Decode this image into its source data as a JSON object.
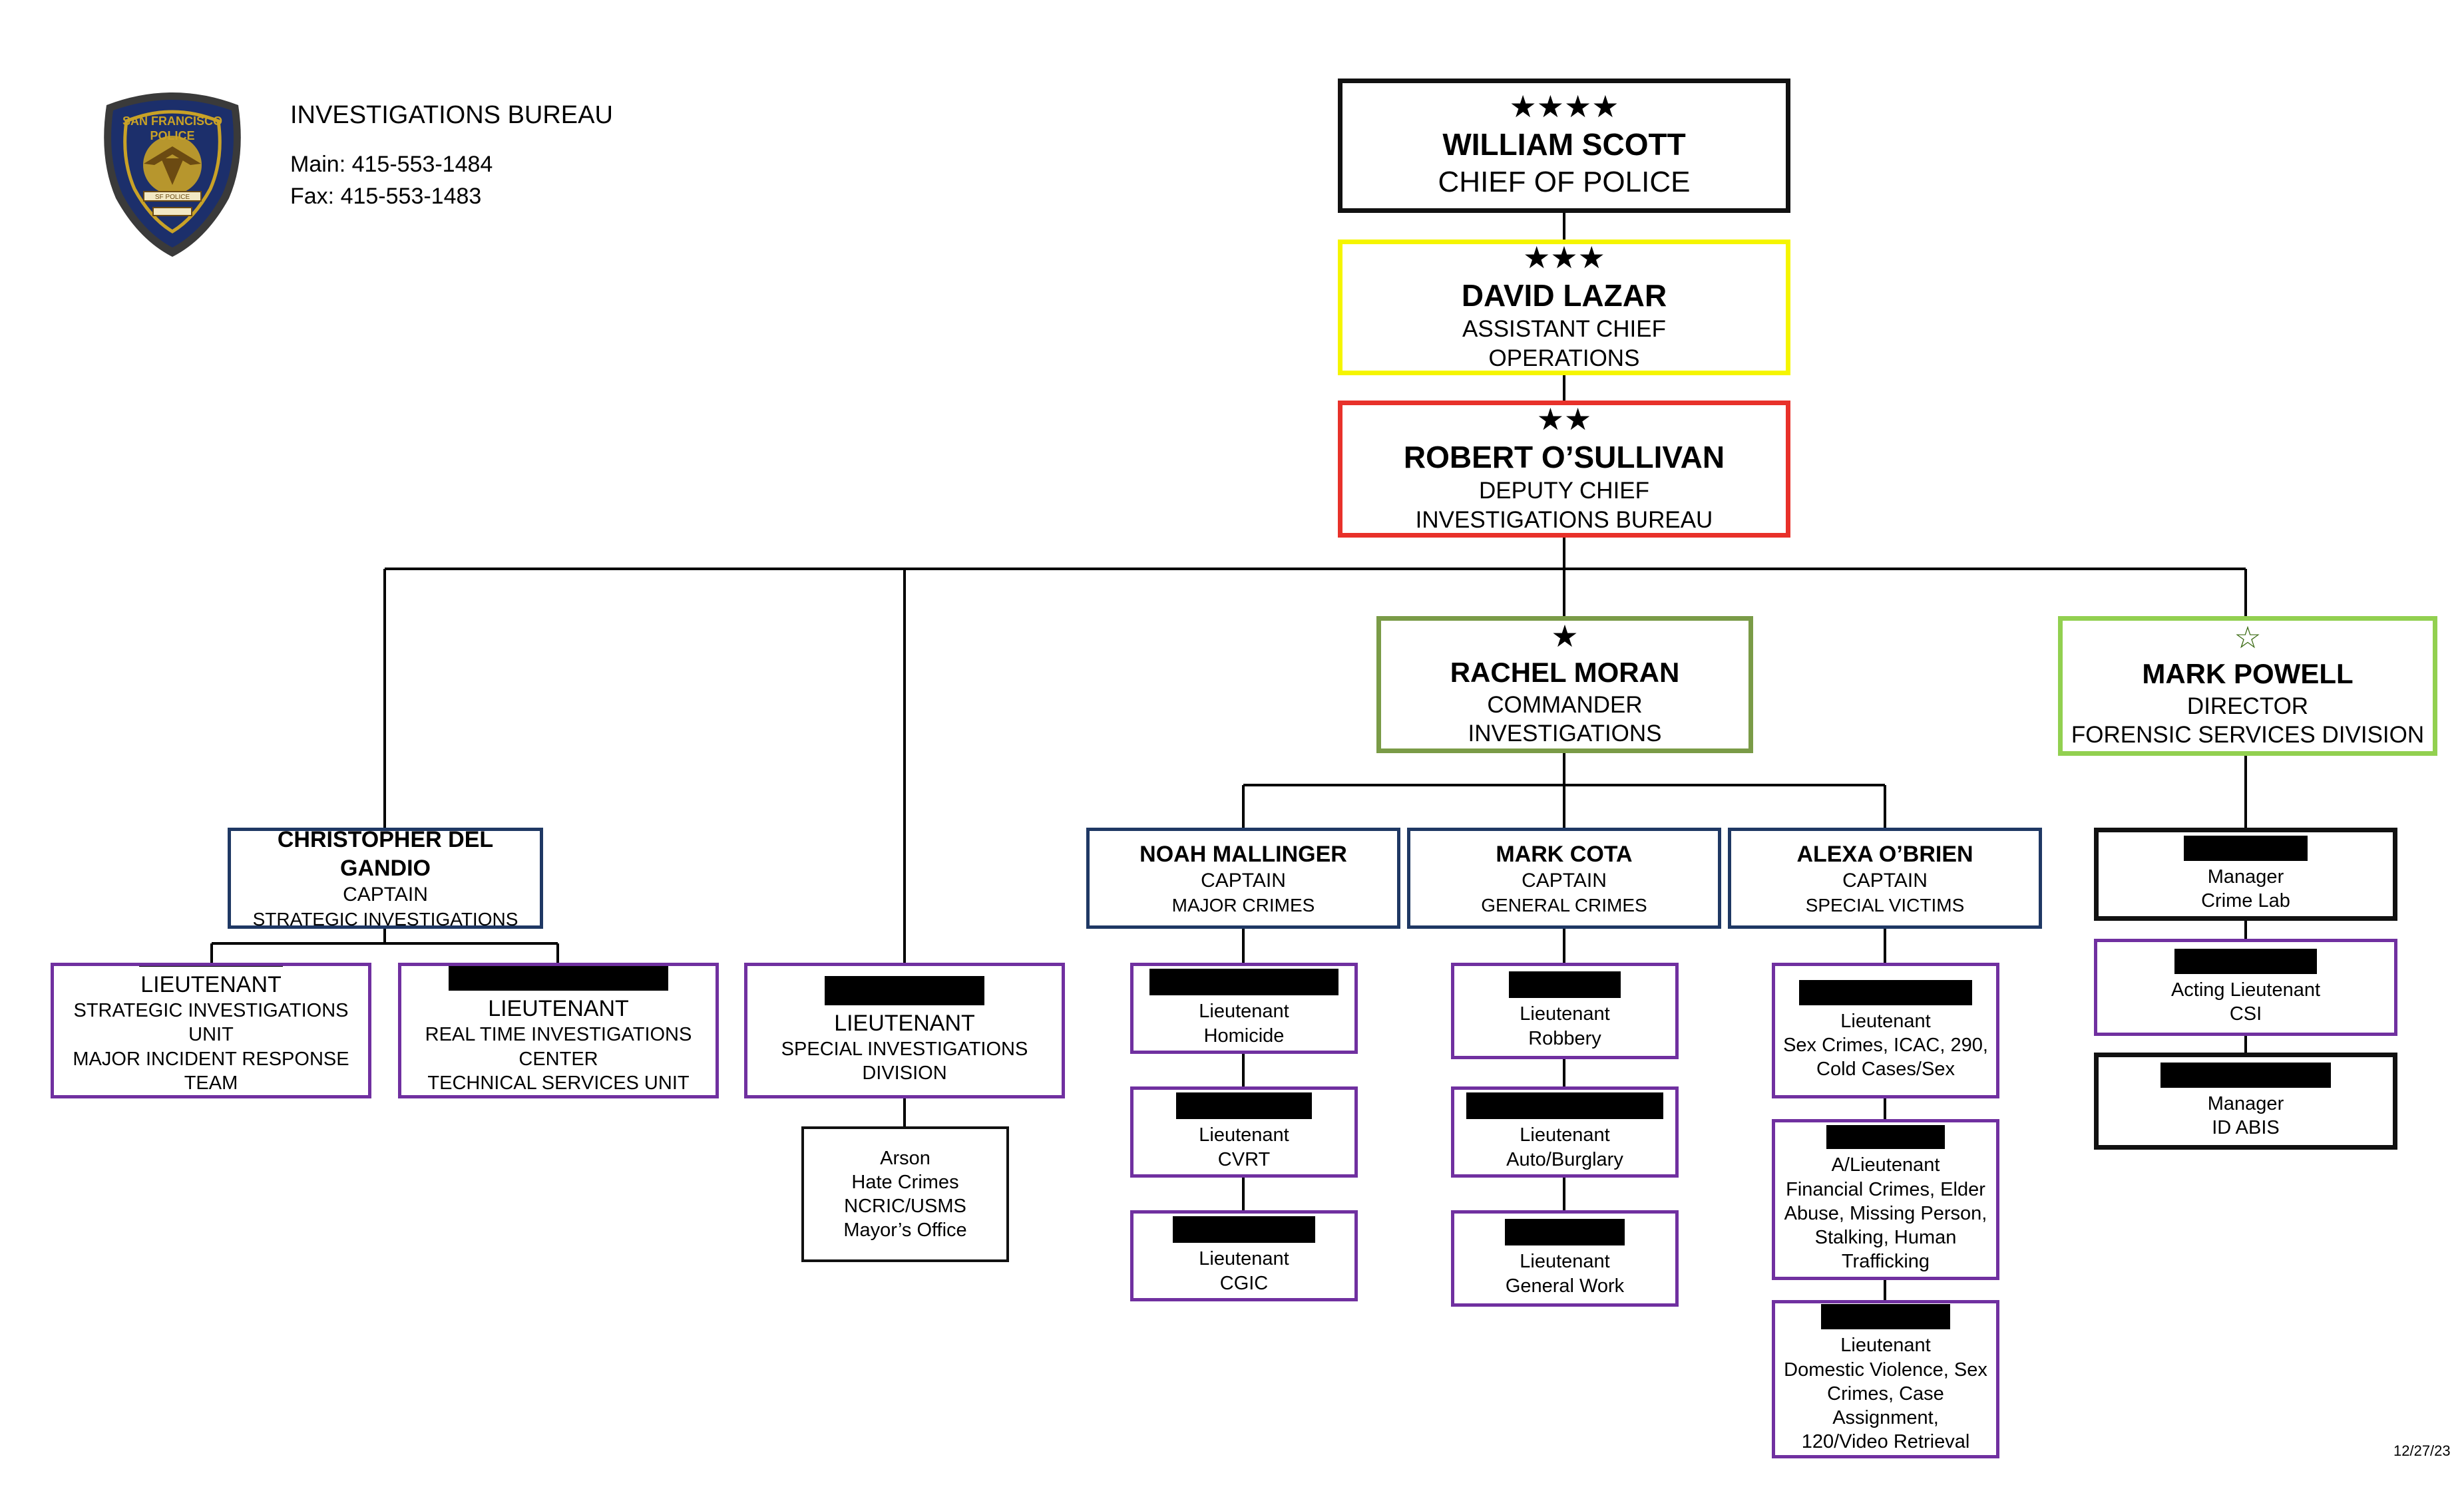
{
  "header": {
    "title": "INVESTIGATIONS BUREAU",
    "main_phone": "Main: 415-553-1484",
    "fax": "Fax: 415-553-1483"
  },
  "logo": {
    "text_top": "SAN FRANCISCO",
    "text_mid": "POLICE",
    "text_bottom": "SF POLICE",
    "colors": {
      "navy": "#1c2f6b",
      "gold": "#c9a227"
    }
  },
  "date": "12/27/23",
  "chief": {
    "stars": "★★★★",
    "name": "WILLIAM SCOTT",
    "title": "CHIEF OF POLICE"
  },
  "asst_chief": {
    "stars": "★★★",
    "name": "DAVID LAZAR",
    "title1": "ASSISTANT CHIEF",
    "title2": "OPERATIONS"
  },
  "deputy_chief": {
    "stars": "★★",
    "name": "ROBERT O’SULLIVAN",
    "title1": "DEPUTY CHIEF",
    "title2": "INVESTIGATIONS BUREAU"
  },
  "commander": {
    "stars": "★",
    "name": "RACHEL MORAN",
    "title1": "COMMANDER",
    "title2": "INVESTIGATIONS"
  },
  "director": {
    "stars": "☆",
    "name": "MARK POWELL",
    "title1": "DIRECTOR",
    "title2": "FORENSIC SERVICES DIVISION"
  },
  "captains": {
    "strategic": {
      "name": "CHRISTOPHER DEL GANDIO",
      "title": "CAPTAIN",
      "unit": "STRATEGIC INVESTIGATIONS"
    },
    "major": {
      "name": "NOAH MALLINGER",
      "title": "CAPTAIN",
      "unit": "MAJOR CRIMES"
    },
    "general": {
      "name": "MARK COTA",
      "title": "CAPTAIN",
      "unit": "GENERAL CRIMES"
    },
    "special": {
      "name": "ALEXA O’BRIEN",
      "title": "CAPTAIN",
      "unit": "SPECIAL VICTIMS"
    }
  },
  "strategic_lts": [
    {
      "title": "LIEUTENANT",
      "unit1": "STRATEGIC INVESTIGATIONS UNIT",
      "unit2": "MAJOR INCIDENT RESPONSE TEAM"
    },
    {
      "title": "LIEUTENANT",
      "unit1": "REAL TIME INVESTIGATIONS CENTER",
      "unit2": "TECHNICAL SERVICES UNIT"
    }
  ],
  "special_investigations": {
    "title": "LIEUTENANT",
    "unit": "SPECIAL INVESTIGATIONS DIVISION",
    "sub_units": [
      "Arson",
      "Hate Crimes",
      "NCRIC/USMS",
      "Mayor’s Office"
    ]
  },
  "major_lts": [
    {
      "title": "Lieutenant",
      "unit": "Homicide"
    },
    {
      "title": "Lieutenant",
      "unit": "CVRT"
    },
    {
      "title": "Lieutenant",
      "unit": "CGIC"
    }
  ],
  "general_lts": [
    {
      "title": "Lieutenant",
      "unit": "Robbery"
    },
    {
      "title": "Lieutenant",
      "unit": "Auto/Burglary"
    },
    {
      "title": "Lieutenant",
      "unit": "General Work"
    }
  ],
  "special_lts": [
    {
      "title": "Lieutenant",
      "lines": [
        "Sex Crimes, ICAC, 290,",
        "Cold Cases/Sex"
      ]
    },
    {
      "title": "A/Lieutenant",
      "lines": [
        "Financial Crimes, Elder",
        "Abuse, Missing Person,",
        "Stalking, Human",
        "Trafficking"
      ]
    },
    {
      "title": "Lieutenant",
      "lines": [
        "Domestic Violence, Sex",
        "Crimes, Case Assignment,",
        "120/Video Retrieval"
      ]
    }
  ],
  "forensic": [
    {
      "title": "Manager",
      "unit": "Crime Lab"
    },
    {
      "title": "Acting Lieutenant",
      "unit": "CSI"
    },
    {
      "title": "Manager",
      "unit": "ID ABIS"
    }
  ]
}
